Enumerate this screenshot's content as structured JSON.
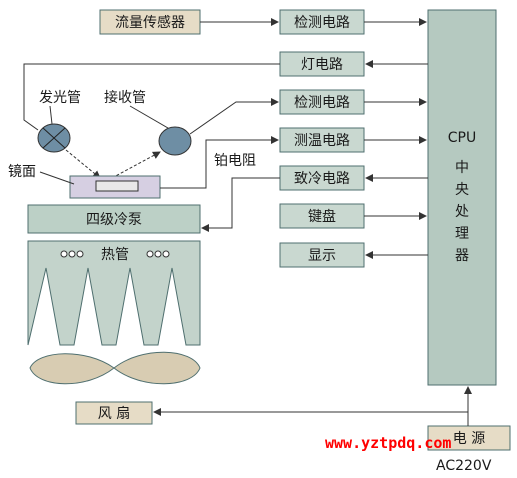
{
  "colors": {
    "box_fill": "#c9d8d0",
    "box_stroke": "#4f6f6f",
    "cpu_fill": "#b5c9c0",
    "pump_fill": "#bcd0c6",
    "fan_fill": "#d8ccb2",
    "sensor_fill": "#e6dcc6",
    "lamp_fill": "#6e8ea4",
    "heat_pipe_fill": "#c3d3cb",
    "power_fill": "#e6dcc6",
    "arrow": "#333333",
    "watermark": "#ff0000"
  },
  "blocks": {
    "flow_sensor": "流量传感器",
    "detect_circuit_1": "检测电路",
    "lamp_circuit": "灯电路",
    "detect_circuit_2": "检测电路",
    "temp_circuit": "测温电路",
    "cooling_circuit": "致冷电路",
    "keyboard": "键盘",
    "display": "显示",
    "fan": "风 扇",
    "power": "电 源",
    "pump": "四级冷泵"
  },
  "cpu": {
    "title": "CPU",
    "line1": "中",
    "line2": "央",
    "line3": "处",
    "line4": "理",
    "line5": "器"
  },
  "labels": {
    "emitter": "发光管",
    "receiver": "接收管",
    "mirror": "镜面",
    "platinum_resistor": "铂电阻",
    "heat_pipe": "热管",
    "ac_input": "AC220V",
    "watermark": "www.yztpdq.com"
  }
}
